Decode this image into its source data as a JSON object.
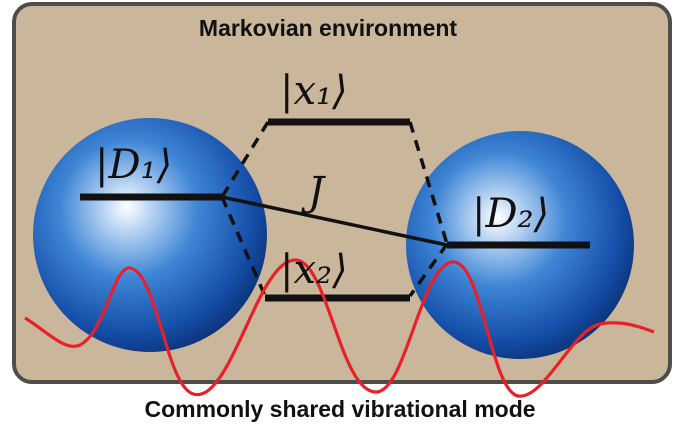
{
  "environment": {
    "label": "Markovian environment",
    "fill_color": "#c9b69b",
    "border_color": "#4d4d4d"
  },
  "sites": {
    "d1": {
      "label": "|D₁⟩"
    },
    "d2": {
      "label": "|D₂⟩"
    },
    "sphere_color": "#1a5bb8"
  },
  "states": {
    "x1": {
      "label": "|x₁⟩"
    },
    "x2": {
      "label": "|x₂⟩"
    }
  },
  "coupling": {
    "label": "J"
  },
  "vibration": {
    "label": "Commonly shared vibrational mode",
    "color": "#e8202a"
  }
}
